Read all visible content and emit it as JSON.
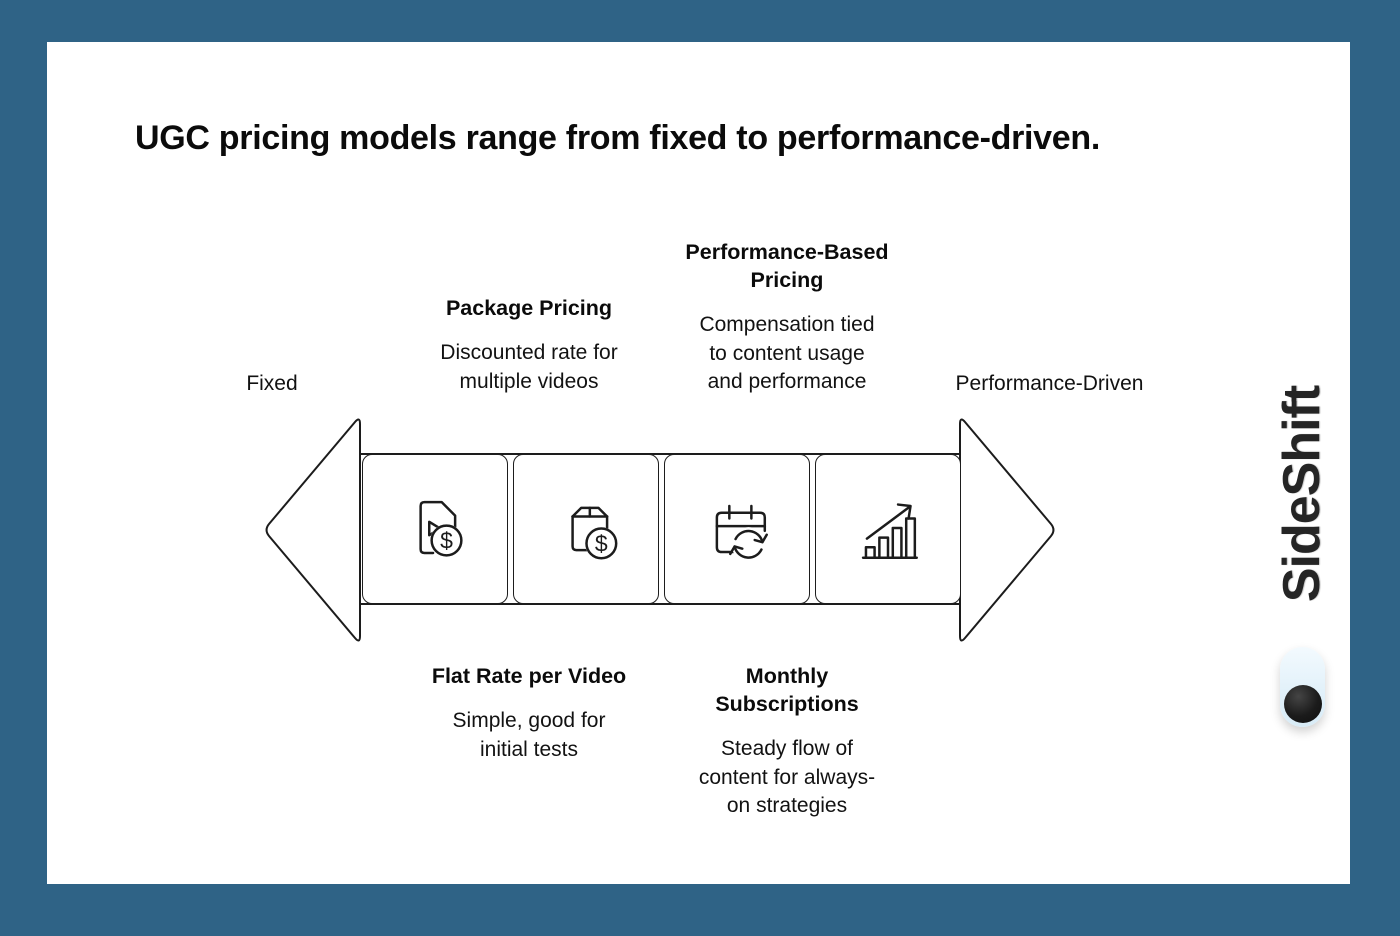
{
  "slide": {
    "title": "UGC pricing models range from fixed to performance-driven."
  },
  "spectrum": {
    "left_label": "Fixed",
    "right_label": "Performance-Driven"
  },
  "models": [
    {
      "heading": "Flat Rate per Video",
      "description": "Simple, good for\ninitial tests",
      "icon": "video-file-dollar-icon",
      "label_position": "below"
    },
    {
      "heading": "Package Pricing",
      "description": "Discounted rate for\nmultiple videos",
      "icon": "package-dollar-icon",
      "label_position": "above"
    },
    {
      "heading": "Monthly\nSubscriptions",
      "description": "Steady flow of\ncontent for always-\non strategies",
      "icon": "calendar-refresh-icon",
      "label_position": "below"
    },
    {
      "heading": "Performance-Based\nPricing",
      "description": "Compensation tied\nto content usage\nand performance",
      "icon": "growth-chart-icon",
      "label_position": "above"
    }
  ],
  "branding": {
    "logo_text": "SideShift"
  },
  "colors": {
    "frame_border": "#2F6386",
    "card_background": "#ffffff",
    "line_stroke": "#1c1c1c",
    "text": "#0e0e0e",
    "toggle_background": "#e2f1fa",
    "toggle_knob": "#1b1b1b"
  }
}
